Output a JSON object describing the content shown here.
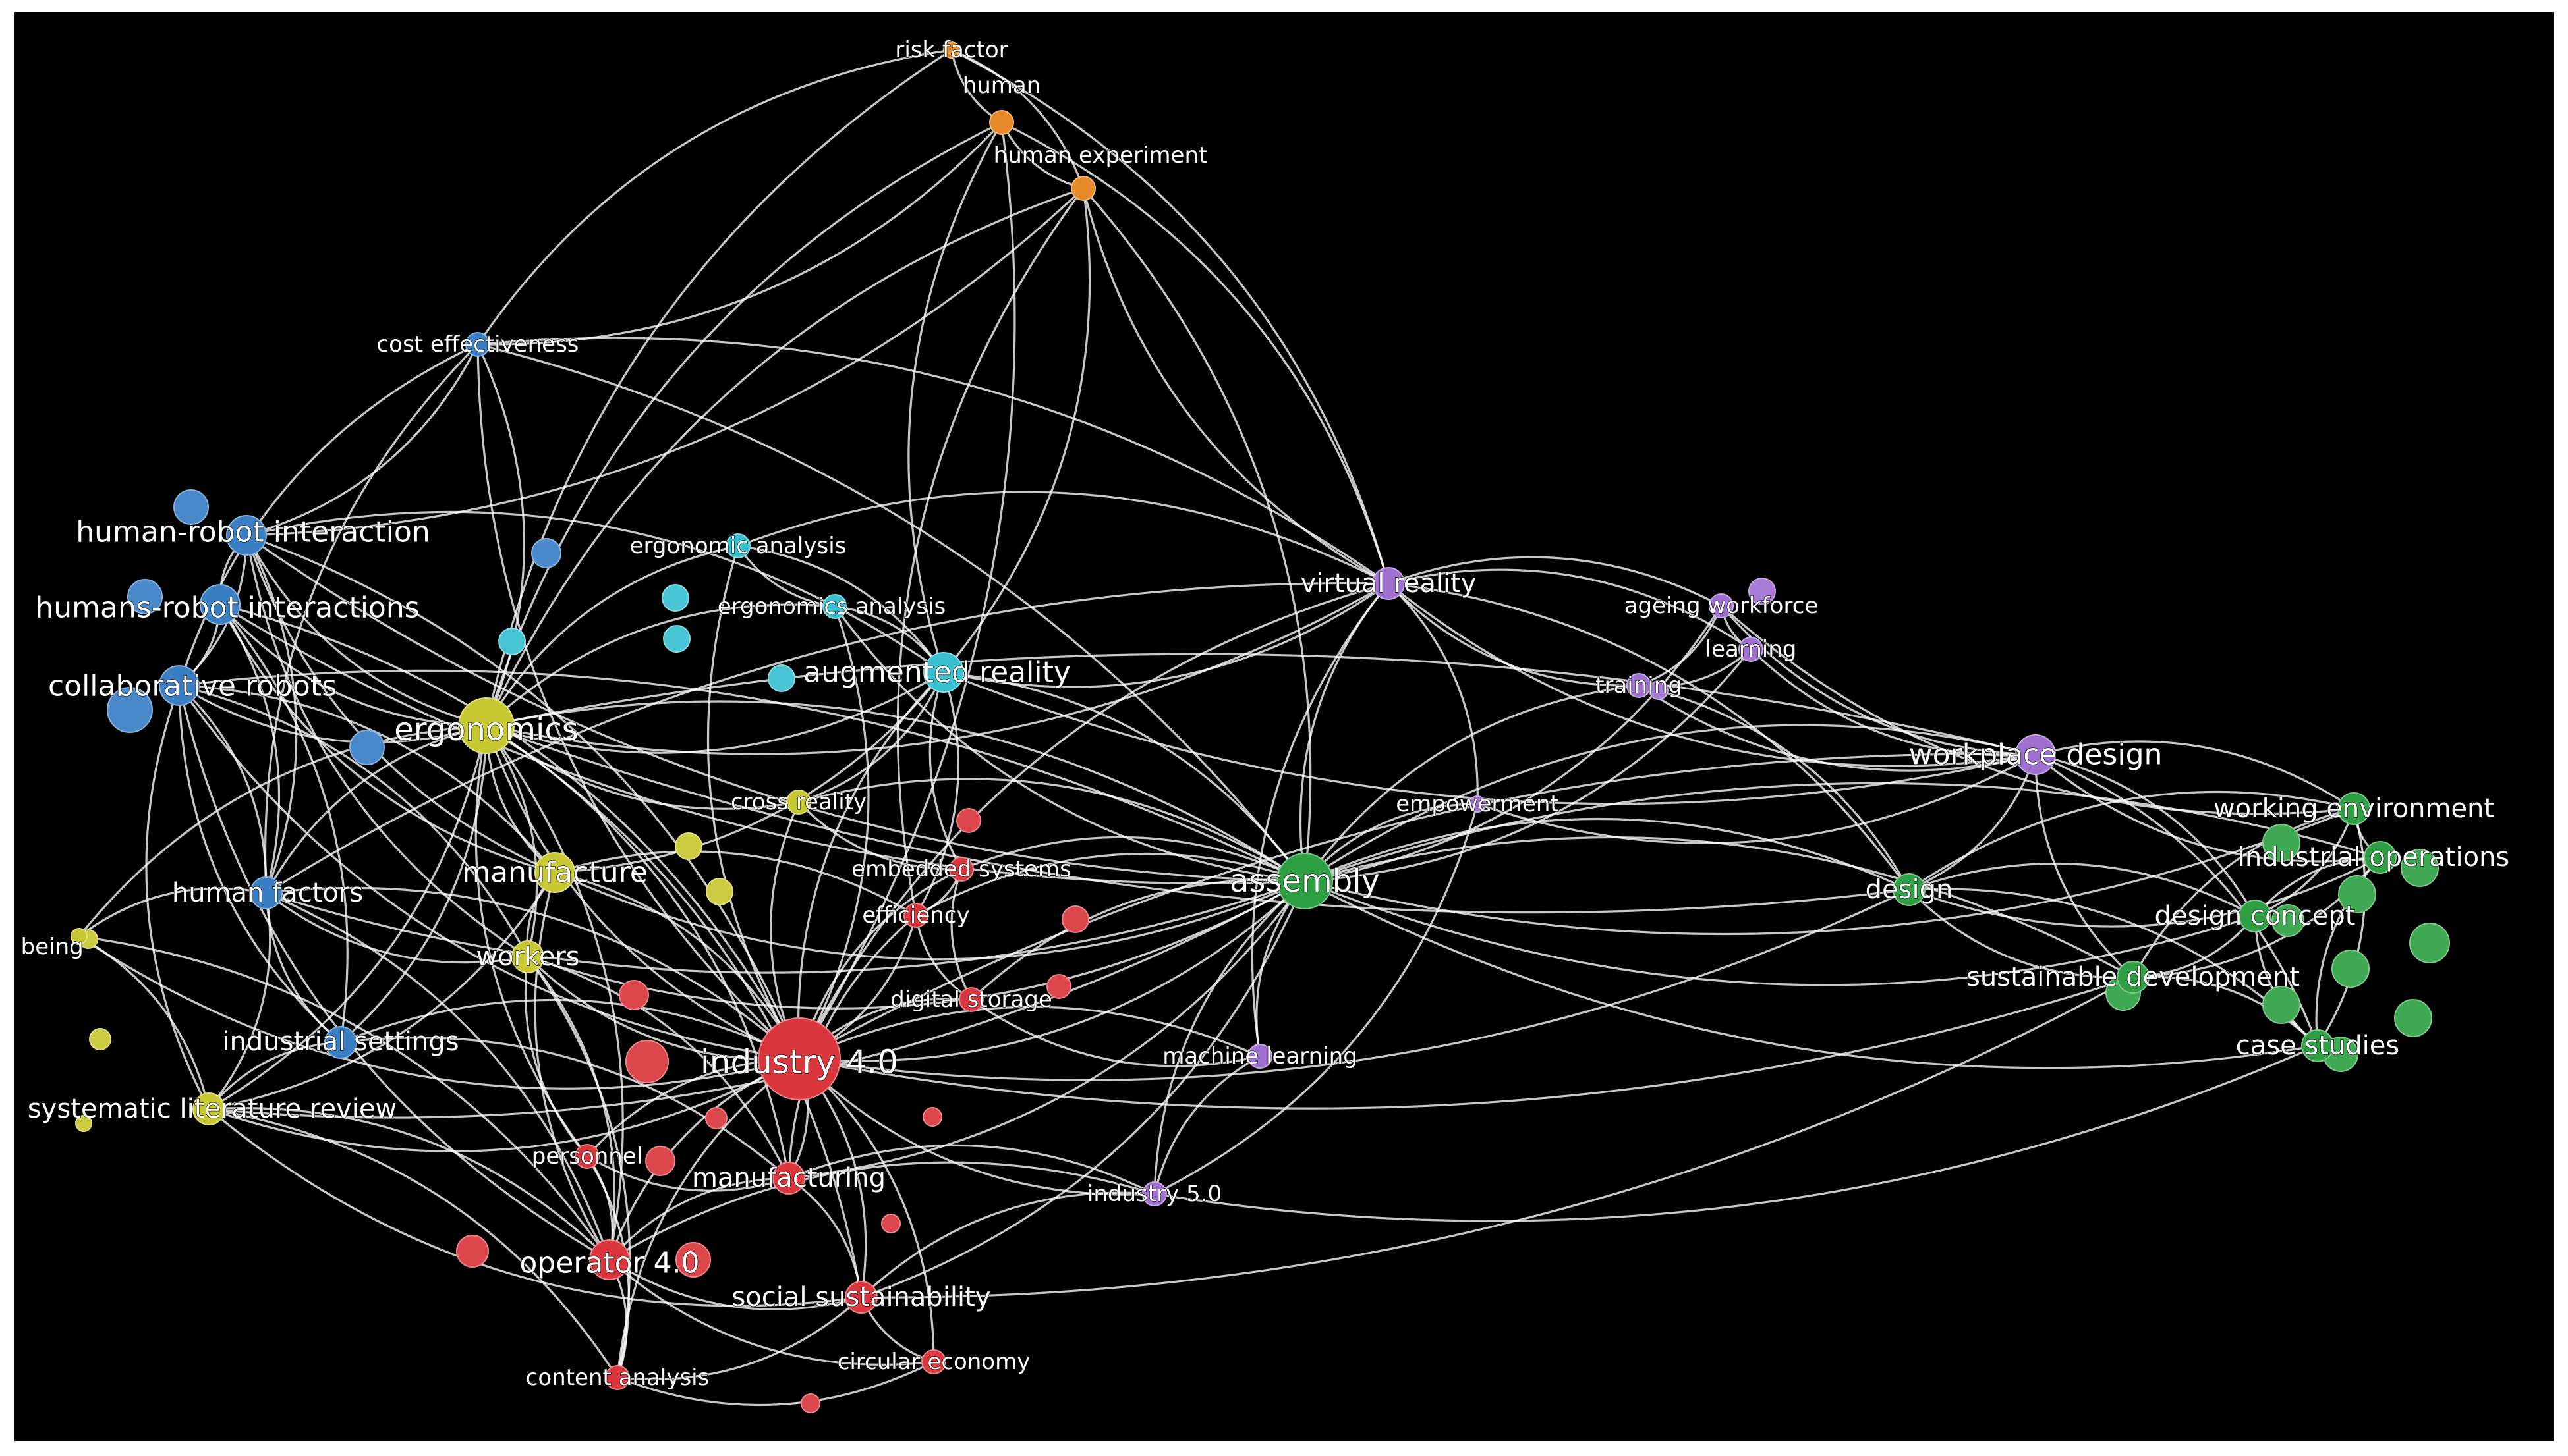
{
  "colors": {
    "background": "#000000",
    "edge": "#ffffff",
    "red": "#d9363e",
    "green": "#2ea043",
    "blue": "#3a7fc4",
    "yellow": "#c8c832",
    "purple": "#a070d0",
    "cyan": "#38c0d0",
    "orange": "#e8892a"
  },
  "nodes": [
    {
      "id": "risk_factor",
      "label": "risk factor",
      "cluster": "orange",
      "weight": 1
    },
    {
      "id": "human",
      "label": "human",
      "cluster": "orange",
      "weight": 2
    },
    {
      "id": "human_experiment",
      "label": "human experiment",
      "cluster": "orange",
      "weight": 2
    },
    {
      "id": "cost_effectiveness",
      "label": "cost effectiveness",
      "cluster": "blue",
      "weight": 2
    },
    {
      "id": "human_robot_interaction",
      "label": "human-robot interaction",
      "cluster": "blue",
      "weight": 4
    },
    {
      "id": "humans_robot_interactions",
      "label": "humans-robot interactions",
      "cluster": "blue",
      "weight": 4
    },
    {
      "id": "collaborative_robots",
      "label": "collaborative robots",
      "cluster": "blue",
      "weight": 4
    },
    {
      "id": "human_factors",
      "label": "human factors",
      "cluster": "blue",
      "weight": 3
    },
    {
      "id": "industrial_settings",
      "label": "industrial settings",
      "cluster": "blue",
      "weight": 3
    },
    {
      "id": "ergonomic_analysis",
      "label": "ergonomic analysis",
      "cluster": "cyan",
      "weight": 2
    },
    {
      "id": "ergonomics_analysis",
      "label": "ergonomics analysis",
      "cluster": "cyan",
      "weight": 2
    },
    {
      "id": "augmented_reality",
      "label": "augmented reality",
      "cluster": "cyan",
      "weight": 4
    },
    {
      "id": "ergonomics",
      "label": "ergonomics",
      "cluster": "yellow",
      "weight": 6
    },
    {
      "id": "manufacture",
      "label": "manufacture",
      "cluster": "yellow",
      "weight": 4
    },
    {
      "id": "workers",
      "label": "workers",
      "cluster": "yellow",
      "weight": 3
    },
    {
      "id": "cross_reality",
      "label": "cross reality",
      "cluster": "yellow",
      "weight": 2
    },
    {
      "id": "well_being",
      "label": "well being",
      "cluster": "yellow",
      "weight": 1
    },
    {
      "id": "systematic_literature_review",
      "label": "systematic literature review",
      "cluster": "yellow",
      "weight": 3
    },
    {
      "id": "industry_4_0",
      "label": "industry 4.0",
      "cluster": "red",
      "weight": 8
    },
    {
      "id": "embedded_systems",
      "label": "embedded systems",
      "cluster": "red",
      "weight": 2
    },
    {
      "id": "efficiency",
      "label": "efficiency",
      "cluster": "red",
      "weight": 2
    },
    {
      "id": "digital_storage",
      "label": "digital storage",
      "cluster": "red",
      "weight": 2
    },
    {
      "id": "personnel",
      "label": "personnel",
      "cluster": "red",
      "weight": 2
    },
    {
      "id": "manufacturing",
      "label": "manufacturing",
      "cluster": "red",
      "weight": 3
    },
    {
      "id": "operator_4_0",
      "label": "operator 4.0",
      "cluster": "red",
      "weight": 4
    },
    {
      "id": "social_sustainability",
      "label": "social sustainability",
      "cluster": "red",
      "weight": 3
    },
    {
      "id": "content_analysis",
      "label": "content analysis",
      "cluster": "red",
      "weight": 2
    },
    {
      "id": "circular_economy",
      "label": "circular economy",
      "cluster": "red",
      "weight": 2
    },
    {
      "id": "virtual_reality",
      "label": "virtual reality",
      "cluster": "purple",
      "weight": 3
    },
    {
      "id": "ageing_workforce",
      "label": "ageing workforce",
      "cluster": "purple",
      "weight": 2
    },
    {
      "id": "learning",
      "label": "learning",
      "cluster": "purple",
      "weight": 2
    },
    {
      "id": "training",
      "label": "training",
      "cluster": "purple",
      "weight": 2
    },
    {
      "id": "workplace_design",
      "label": "workplace design",
      "cluster": "purple",
      "weight": 4
    },
    {
      "id": "empowerment",
      "label": "empowerment",
      "cluster": "purple",
      "weight": 1
    },
    {
      "id": "machine_learning",
      "label": "machine learning",
      "cluster": "purple",
      "weight": 2
    },
    {
      "id": "industry_5_0",
      "label": "industry 5.0",
      "cluster": "purple",
      "weight": 2
    },
    {
      "id": "assembly",
      "label": "assembly",
      "cluster": "green",
      "weight": 6
    },
    {
      "id": "design",
      "label": "design",
      "cluster": "green",
      "weight": 3
    },
    {
      "id": "working_environment",
      "label": "working environment",
      "cluster": "green",
      "weight": 3
    },
    {
      "id": "industrial_operations",
      "label": "industrial operations",
      "cluster": "green",
      "weight": 3
    },
    {
      "id": "design_concept",
      "label": "design concept",
      "cluster": "green",
      "weight": 3
    },
    {
      "id": "sustainable_development",
      "label": "sustainable development",
      "cluster": "green",
      "weight": 3
    },
    {
      "id": "case_studies",
      "label": "case studies",
      "cluster": "green",
      "weight": 3
    }
  ],
  "edges": [
    [
      "risk_factor",
      "human"
    ],
    [
      "risk_factor",
      "human_experiment"
    ],
    [
      "human",
      "human_experiment"
    ],
    [
      "human",
      "cost_effectiveness"
    ],
    [
      "human",
      "ergonomics"
    ],
    [
      "human",
      "virtual_reality"
    ],
    [
      "human",
      "augmented_reality"
    ],
    [
      "human",
      "industry_4_0"
    ],
    [
      "human_experiment",
      "virtual_reality"
    ],
    [
      "human_experiment",
      "augmented_reality"
    ],
    [
      "human_experiment",
      "ergonomics"
    ],
    [
      "human_experiment",
      "assembly"
    ],
    [
      "human_experiment",
      "efficiency"
    ],
    [
      "human_experiment",
      "human_robot_interaction"
    ],
    [
      "risk_factor",
      "ergonomics"
    ],
    [
      "risk_factor",
      "virtual_reality"
    ],
    [
      "risk_factor",
      "cost_effectiveness"
    ],
    [
      "cost_effectiveness",
      "human_robot_interaction"
    ],
    [
      "cost_effectiveness",
      "collaborative_robots"
    ],
    [
      "cost_effectiveness",
      "ergonomics"
    ],
    [
      "cost_effectiveness",
      "human_factors"
    ],
    [
      "cost_effectiveness",
      "assembly"
    ],
    [
      "cost_effectiveness",
      "industry_4_0"
    ],
    [
      "cost_effectiveness",
      "virtual_reality"
    ],
    [
      "human_robot_interaction",
      "humans_robot_interactions"
    ],
    [
      "human_robot_interaction",
      "collaborative_robots"
    ],
    [
      "human_robot_interaction",
      "ergonomics"
    ],
    [
      "human_robot_interaction",
      "human_factors"
    ],
    [
      "human_robot_interaction",
      "assembly"
    ],
    [
      "human_robot_interaction",
      "industry_4_0"
    ],
    [
      "human_robot_interaction",
      "manufacture"
    ],
    [
      "human_robot_interaction",
      "augmented_reality"
    ],
    [
      "human_robot_interaction",
      "workers"
    ],
    [
      "humans_robot_interactions",
      "collaborative_robots"
    ],
    [
      "humans_robot_interactions",
      "ergonomics"
    ],
    [
      "humans_robot_interactions",
      "human_factors"
    ],
    [
      "humans_robot_interactions",
      "assembly"
    ],
    [
      "humans_robot_interactions",
      "industry_4_0"
    ],
    [
      "humans_robot_interactions",
      "manufacture"
    ],
    [
      "humans_robot_interactions",
      "industrial_settings"
    ],
    [
      "collaborative_robots",
      "ergonomics"
    ],
    [
      "collaborative_robots",
      "human_factors"
    ],
    [
      "collaborative_robots",
      "industrial_settings"
    ],
    [
      "collaborative_robots",
      "assembly"
    ],
    [
      "collaborative_robots",
      "industry_4_0"
    ],
    [
      "collaborative_robots",
      "manufacture"
    ],
    [
      "collaborative_robots",
      "systematic_literature_review"
    ],
    [
      "collaborative_robots",
      "workers"
    ],
    [
      "collaborative_robots",
      "operator_4_0"
    ],
    [
      "human_factors",
      "ergonomics"
    ],
    [
      "human_factors",
      "industrial_settings"
    ],
    [
      "human_factors",
      "industry_4_0"
    ],
    [
      "human_factors",
      "assembly"
    ],
    [
      "human_factors",
      "systematic_literature_review"
    ],
    [
      "human_factors",
      "well_being"
    ],
    [
      "human_factors",
      "operator_4_0"
    ],
    [
      "human_factors",
      "workers"
    ],
    [
      "human_factors",
      "virtual_reality"
    ],
    [
      "industrial_settings",
      "ergonomics"
    ],
    [
      "industrial_settings",
      "industry_4_0"
    ],
    [
      "industrial_settings",
      "systematic_literature_review"
    ],
    [
      "industrial_settings",
      "manufacturing"
    ],
    [
      "ergonomic_analysis",
      "ergonomics_analysis"
    ],
    [
      "ergonomic_analysis",
      "augmented_reality"
    ],
    [
      "ergonomic_analysis",
      "ergonomics"
    ],
    [
      "ergonomic_analysis",
      "virtual_reality"
    ],
    [
      "ergonomic_analysis",
      "industry_4_0"
    ],
    [
      "ergonomics_analysis",
      "augmented_reality"
    ],
    [
      "ergonomics_analysis",
      "ergonomics"
    ],
    [
      "ergonomics_analysis",
      "industry_4_0"
    ],
    [
      "ergonomics_analysis",
      "assembly"
    ],
    [
      "augmented_reality",
      "ergonomics"
    ],
    [
      "augmented_reality",
      "virtual_reality"
    ],
    [
      "augmented_reality",
      "assembly"
    ],
    [
      "augmented_reality",
      "industry_4_0"
    ],
    [
      "augmented_reality",
      "cross_reality"
    ],
    [
      "augmented_reality",
      "embedded_systems"
    ],
    [
      "augmented_reality",
      "manufacture"
    ],
    [
      "augmented_reality",
      "workplace_design"
    ],
    [
      "augmented_reality",
      "efficiency"
    ],
    [
      "ergonomics",
      "manufacture"
    ],
    [
      "ergonomics",
      "workers"
    ],
    [
      "ergonomics",
      "industry_4_0"
    ],
    [
      "ergonomics",
      "assembly"
    ],
    [
      "ergonomics",
      "cross_reality"
    ],
    [
      "ergonomics",
      "systematic_literature_review"
    ],
    [
      "ergonomics",
      "well_being"
    ],
    [
      "ergonomics",
      "operator_4_0"
    ],
    [
      "ergonomics",
      "virtual_reality"
    ],
    [
      "ergonomics",
      "workplace_design"
    ],
    [
      "ergonomics",
      "design"
    ],
    [
      "ergonomics",
      "manufacturing"
    ],
    [
      "ergonomics",
      "personnel"
    ],
    [
      "ergonomics",
      "social_sustainability"
    ],
    [
      "manufacture",
      "workers"
    ],
    [
      "manufacture",
      "industry_4_0"
    ],
    [
      "manufacture",
      "assembly"
    ],
    [
      "manufacture",
      "efficiency"
    ],
    [
      "manufacture",
      "operator_4_0"
    ],
    [
      "manufacture",
      "systematic_literature_review"
    ],
    [
      "workers",
      "industry_4_0"
    ],
    [
      "workers",
      "operator_4_0"
    ],
    [
      "workers",
      "personnel"
    ],
    [
      "workers",
      "manufacturing"
    ],
    [
      "workers",
      "assembly"
    ],
    [
      "workers",
      "content_analysis"
    ],
    [
      "cross_reality",
      "industry_4_0"
    ],
    [
      "cross_reality",
      "assembly"
    ],
    [
      "cross_reality",
      "embedded_systems"
    ],
    [
      "well_being",
      "systematic_literature_review"
    ],
    [
      "well_being",
      "industry_4_0"
    ],
    [
      "well_being",
      "operator_4_0"
    ],
    [
      "systematic_literature_review",
      "industry_4_0"
    ],
    [
      "systematic_literature_review",
      "operator_4_0"
    ],
    [
      "systematic_literature_review",
      "social_sustainability"
    ],
    [
      "systematic_literature_review",
      "content_analysis"
    ],
    [
      "systematic_literature_review",
      "assembly"
    ],
    [
      "industry_4_0",
      "embedded_systems"
    ],
    [
      "industry_4_0",
      "efficiency"
    ],
    [
      "industry_4_0",
      "digital_storage"
    ],
    [
      "industry_4_0",
      "personnel"
    ],
    [
      "industry_4_0",
      "manufacturing"
    ],
    [
      "industry_4_0",
      "operator_4_0"
    ],
    [
      "industry_4_0",
      "social_sustainability"
    ],
    [
      "industry_4_0",
      "content_analysis"
    ],
    [
      "industry_4_0",
      "circular_economy"
    ],
    [
      "industry_4_0",
      "assembly"
    ],
    [
      "industry_4_0",
      "machine_learning"
    ],
    [
      "industry_4_0",
      "industry_5_0"
    ],
    [
      "industry_4_0",
      "virtual_reality"
    ],
    [
      "industry_4_0",
      "design"
    ],
    [
      "industry_4_0",
      "workplace_design"
    ],
    [
      "industry_4_0",
      "sustainable_development"
    ],
    [
      "embedded_systems",
      "efficiency"
    ],
    [
      "embedded_systems",
      "digital_storage"
    ],
    [
      "embedded_systems",
      "assembly"
    ],
    [
      "efficiency",
      "digital_storage"
    ],
    [
      "efficiency",
      "assembly"
    ],
    [
      "efficiency",
      "manufacturing"
    ],
    [
      "digital_storage",
      "assembly"
    ],
    [
      "digital_storage",
      "machine_learning"
    ],
    [
      "personnel",
      "operator_4_0"
    ],
    [
      "personnel",
      "manufacturing"
    ],
    [
      "personnel",
      "content_analysis"
    ],
    [
      "manufacturing",
      "operator_4_0"
    ],
    [
      "manufacturing",
      "social_sustainability"
    ],
    [
      "manufacturing",
      "assembly"
    ],
    [
      "manufacturing",
      "industry_5_0"
    ],
    [
      "operator_4_0",
      "social_sustainability"
    ],
    [
      "operator_4_0",
      "content_analysis"
    ],
    [
      "operator_4_0",
      "circular_economy"
    ],
    [
      "operator_4_0",
      "industry_5_0"
    ],
    [
      "social_sustainability",
      "circular_economy"
    ],
    [
      "social_sustainability",
      "content_analysis"
    ],
    [
      "social_sustainability",
      "assembly"
    ],
    [
      "social_sustainability",
      "industry_5_0"
    ],
    [
      "social_sustainability",
      "sustainable_development"
    ],
    [
      "circular_economy",
      "content_analysis"
    ],
    [
      "virtual_reality",
      "assembly"
    ],
    [
      "virtual_reality",
      "ageing_workforce"
    ],
    [
      "virtual_reality",
      "training"
    ],
    [
      "virtual_reality",
      "learning"
    ],
    [
      "virtual_reality",
      "workplace_design"
    ],
    [
      "virtual_reality",
      "empowerment"
    ],
    [
      "virtual_reality",
      "machine_learning"
    ],
    [
      "virtual_reality",
      "design"
    ],
    [
      "ageing_workforce",
      "learning"
    ],
    [
      "ageing_workforce",
      "training"
    ],
    [
      "ageing_workforce",
      "workplace_design"
    ],
    [
      "ageing_workforce",
      "assembly"
    ],
    [
      "ageing_workforce",
      "working_environment"
    ],
    [
      "learning",
      "training"
    ],
    [
      "learning",
      "workplace_design"
    ],
    [
      "learning",
      "assembly"
    ],
    [
      "training",
      "assembly"
    ],
    [
      "training",
      "design"
    ],
    [
      "training",
      "workplace_design"
    ],
    [
      "workplace_design",
      "design"
    ],
    [
      "workplace_design",
      "assembly"
    ],
    [
      "workplace_design",
      "working_environment"
    ],
    [
      "workplace_design",
      "industrial_operations"
    ],
    [
      "workplace_design",
      "design_concept"
    ],
    [
      "workplace_design",
      "sustainable_development"
    ],
    [
      "workplace_design",
      "case_studies"
    ],
    [
      "empowerment",
      "assembly"
    ],
    [
      "empowerment",
      "industry_5_0"
    ],
    [
      "empowerment",
      "workplace_design"
    ],
    [
      "machine_learning",
      "assembly"
    ],
    [
      "machine_learning",
      "industry_5_0"
    ],
    [
      "industry_5_0",
      "assembly"
    ],
    [
      "industry_5_0",
      "case_studies"
    ],
    [
      "assembly",
      "design"
    ],
    [
      "assembly",
      "working_environment"
    ],
    [
      "assembly",
      "industrial_operations"
    ],
    [
      "assembly",
      "design_concept"
    ],
    [
      "assembly",
      "sustainable_development"
    ],
    [
      "assembly",
      "case_studies"
    ],
    [
      "design",
      "working_environment"
    ],
    [
      "design",
      "industrial_operations"
    ],
    [
      "design",
      "design_concept"
    ],
    [
      "design",
      "sustainable_development"
    ],
    [
      "design",
      "case_studies"
    ],
    [
      "working_environment",
      "industrial_operations"
    ],
    [
      "working_environment",
      "design_concept"
    ],
    [
      "working_environment",
      "sustainable_development"
    ],
    [
      "working_environment",
      "case_studies"
    ],
    [
      "industrial_operations",
      "design_concept"
    ],
    [
      "industrial_operations",
      "sustainable_development"
    ],
    [
      "industrial_operations",
      "case_studies"
    ],
    [
      "design_concept",
      "sustainable_development"
    ],
    [
      "design_concept",
      "case_studies"
    ],
    [
      "sustainable_development",
      "case_studies"
    ]
  ]
}
